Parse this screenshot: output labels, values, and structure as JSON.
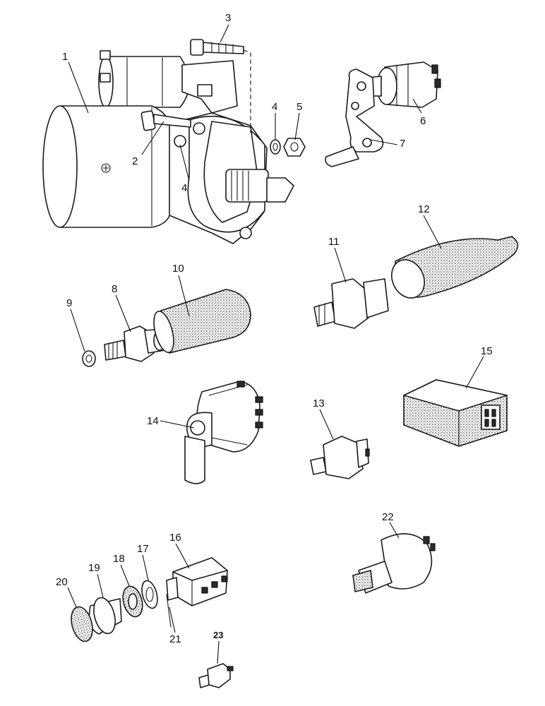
{
  "diagram": {
    "callouts": [
      {
        "id": "c1",
        "text": "1"
      },
      {
        "id": "c2",
        "text": "2"
      },
      {
        "id": "c3",
        "text": "3"
      },
      {
        "id": "c4a",
        "text": "4"
      },
      {
        "id": "c4b",
        "text": "4"
      },
      {
        "id": "c5",
        "text": "5"
      },
      {
        "id": "c6",
        "text": "6"
      },
      {
        "id": "c7",
        "text": "7"
      },
      {
        "id": "c8",
        "text": "8"
      },
      {
        "id": "c9",
        "text": "9"
      },
      {
        "id": "c10",
        "text": "10"
      },
      {
        "id": "c11",
        "text": "11"
      },
      {
        "id": "c12",
        "text": "12"
      },
      {
        "id": "c13",
        "text": "13"
      },
      {
        "id": "c14",
        "text": "14"
      },
      {
        "id": "c15",
        "text": "15"
      },
      {
        "id": "c16",
        "text": "16"
      },
      {
        "id": "c17",
        "text": "17"
      },
      {
        "id": "c18",
        "text": "18"
      },
      {
        "id": "c19",
        "text": "19"
      },
      {
        "id": "c20",
        "text": "20"
      },
      {
        "id": "c21",
        "text": "21"
      },
      {
        "id": "c22",
        "text": "22"
      },
      {
        "id": "c23",
        "text": "23"
      }
    ]
  }
}
